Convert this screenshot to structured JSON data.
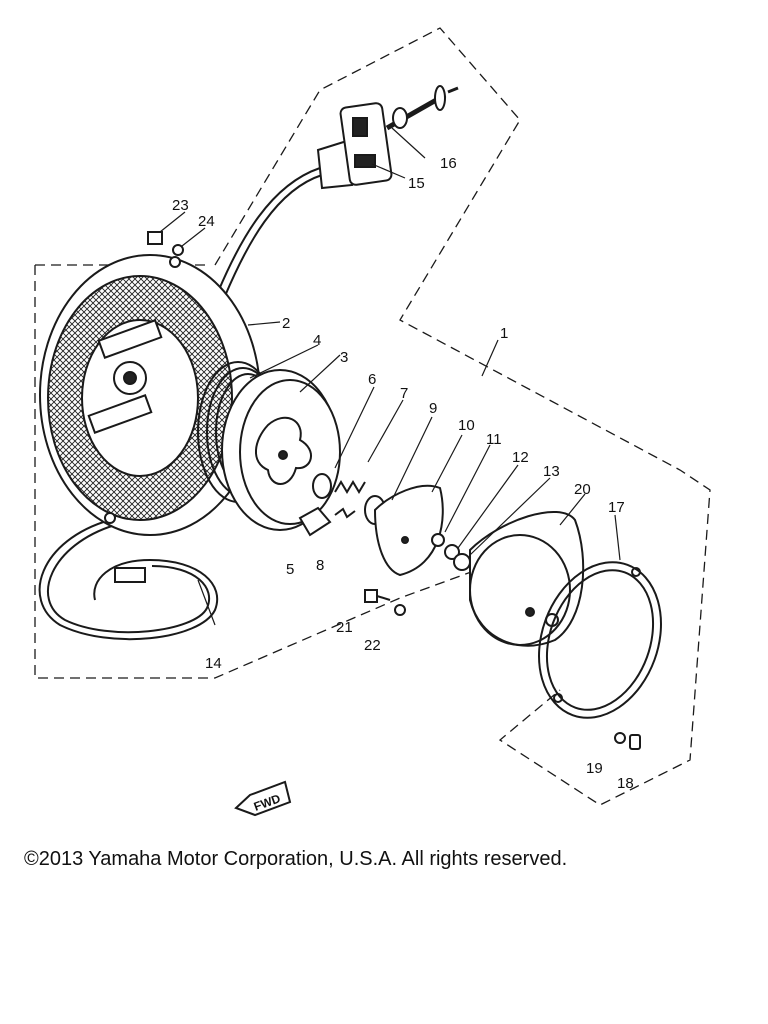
{
  "diagram": {
    "part_numbers": [
      "1",
      "2",
      "3",
      "4",
      "5",
      "6",
      "7",
      "8",
      "9",
      "10",
      "11",
      "12",
      "13",
      "14",
      "15",
      "16",
      "17",
      "18",
      "19",
      "20",
      "21",
      "22",
      "23",
      "24"
    ],
    "fwd_label": "FWD"
  },
  "footer": {
    "copyright": "©2013 Yamaha Motor Corporation, U.S.A. All rights reserved."
  },
  "colors": {
    "line": "#1a1a1a",
    "background": "#ffffff"
  }
}
